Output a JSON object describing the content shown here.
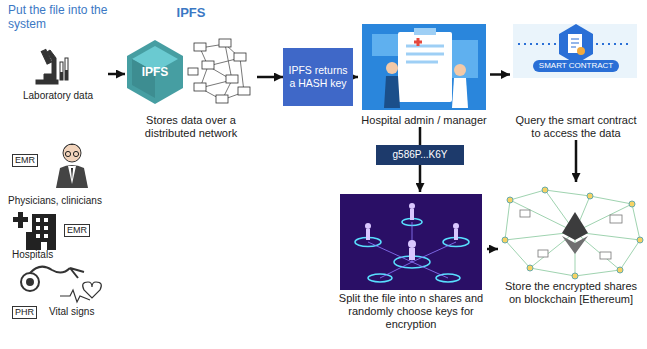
{
  "diagram": {
    "nodes": [
      {
        "text": [
          "Put the file into the system"
        ]
      },
      {
        "text": [
          "Laboratory data"
        ],
        "in": 0
      },
      {
        "text": [
          "EMR",
          "Physicians, clinicians"
        ],
        "in": 0
      },
      {
        "text": [
          "EMR",
          "Hospitals"
        ],
        "in": 0
      },
      {
        "text": [
          "PHR",
          "Vital signs"
        ],
        "in": 0
      },
      {
        "text": [
          "IPFS",
          "Stores data over a distributed network"
        ]
      },
      {
        "text": [
          "IPFS returns a HASH key"
        ]
      },
      {
        "text": [
          "Hospital admin / manager"
        ]
      },
      {
        "text": [
          "SMART CONTRACT",
          "Query the smart contract to access the data"
        ]
      },
      {
        "text": [
          "g586P...K6Y"
        ]
      },
      {
        "text": [
          "Split the file into n shares and randomly choose keys for encryption"
        ]
      },
      {
        "text": [
          "Store the encrypted shares on blockchain [Ethereum]"
        ]
      }
    ],
    "edges": [
      {
        "from": 1,
        "to": 5,
        "arrow": "to"
      },
      {
        "from": 5,
        "to": 6,
        "arrow": "to"
      },
      {
        "from": 6,
        "to": 7,
        "arrow": "to"
      },
      {
        "from": 7,
        "to": 8,
        "arrow": "to"
      },
      {
        "from": 7,
        "to": 9,
        "arrow": "none"
      },
      {
        "from": 9,
        "to": 10,
        "arrow": "to"
      },
      {
        "from": 10,
        "to": 11,
        "arrow": "to"
      },
      {
        "from": 8,
        "to": 11,
        "arrow": "to"
      }
    ],
    "labels": [
      "IPFS"
    ]
  }
}
